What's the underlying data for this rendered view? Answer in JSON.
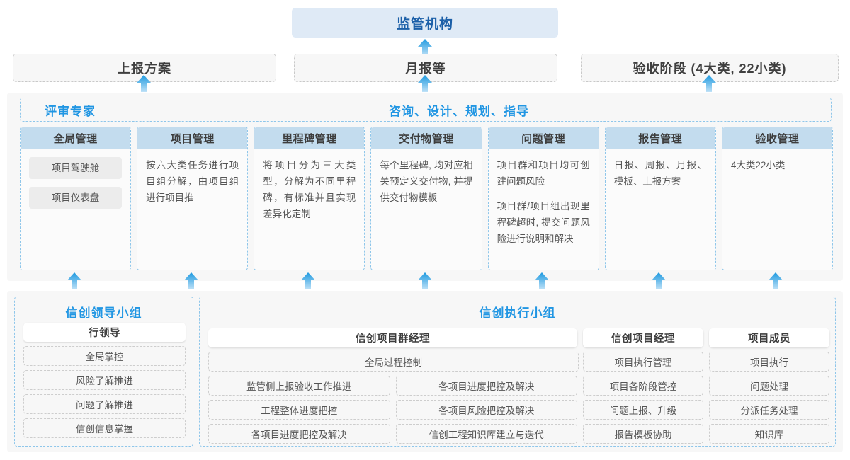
{
  "top": {
    "regulator": {
      "label": "监管机构"
    },
    "deliverables": [
      {
        "label": "上报方案"
      },
      {
        "label": "月报等"
      },
      {
        "label": "验收阶段 (4大类, 22小类)"
      }
    ]
  },
  "middle": {
    "role_left": "评审专家",
    "role_center": "咨询、设计、规划、指导",
    "columns": [
      {
        "title": "全局管理",
        "pills": [
          "项目驾驶舱",
          "项目仪表盘"
        ],
        "paragraphs": []
      },
      {
        "title": "项目管理",
        "pills": [],
        "paragraphs": [
          "按六大类任务进行项目组分解，由项目组进行项目推"
        ]
      },
      {
        "title": "里程碑管理",
        "pills": [],
        "paragraphs": [
          "将项目分为三大类型，分解为不同里程碑，有标准并且实现差异化定制"
        ]
      },
      {
        "title": "交付物管理",
        "pills": [],
        "paragraphs": [
          "每个里程碑, 均对应相关预定义交付物, 并提供交付物模板"
        ]
      },
      {
        "title": "问题管理",
        "pills": [],
        "paragraphs": [
          "项目群和项目均可创建问题风险",
          "项目群/项目组出现里程碑超时, 提交问题风险进行说明和解决"
        ]
      },
      {
        "title": "报告管理",
        "pills": [],
        "paragraphs": [
          "日报、周报、月报、模板、上报方案"
        ]
      },
      {
        "title": "验收管理",
        "pills": [],
        "paragraphs": [
          "4大类22小类"
        ]
      }
    ]
  },
  "bottom": {
    "left_group": {
      "title": "信创领导小组",
      "header": "行领导",
      "items": [
        "全局掌控",
        "风险了解推进",
        "问题了解推进",
        "信创信息掌握"
      ]
    },
    "right_group": {
      "title": "信创执行小组",
      "program_manager": {
        "header": "信创项目群经理",
        "full_width_item": "全局过程控制",
        "rows": [
          [
            "监管侧上报验收工作推进",
            "各项目进度把控及解决"
          ],
          [
            "工程整体进度把控",
            "各项目风险把控及解决"
          ],
          [
            "各项目进度把控及解决",
            "信创工程知识库建立与迭代"
          ]
        ]
      },
      "project_manager": {
        "header": "信创项目经理",
        "items": [
          "项目执行管理",
          "项目各阶段管控",
          "问题上报、升级",
          "报告模板协助"
        ]
      },
      "member": {
        "header": "项目成员",
        "items": [
          "项目执行",
          "问题处理",
          "分派任务处理",
          "知识库"
        ]
      }
    }
  },
  "colors": {
    "accent_blue": "#2196e3",
    "header_blue": "#1b5fa8",
    "panel_head": "#c3dcee",
    "band_bg": "#f7f7f7",
    "dashed_blue": "#8ec6ea",
    "dashed_gray": "#c9c9c9"
  },
  "icons": {
    "arrow_up": "arrow-up-icon"
  }
}
